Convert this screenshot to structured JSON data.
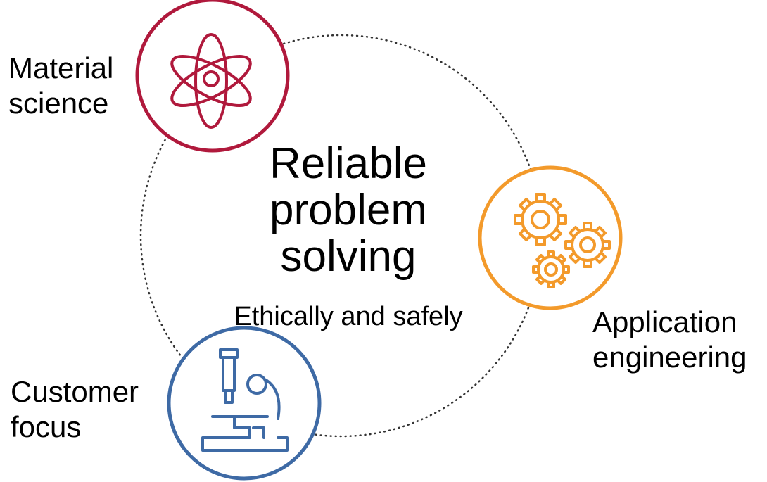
{
  "center": {
    "title_line1": "Reliable",
    "title_line2": "problem",
    "title_line3": "solving",
    "subtitle": "Ethically and safely"
  },
  "nodes": {
    "material_science": {
      "line1": "Material",
      "line2": "science",
      "color": "#b0193c",
      "icon": "atom-icon"
    },
    "application_engineering": {
      "line1": "Application",
      "line2": "engineering",
      "color": "#f39a2b",
      "icon": "gears-icon"
    },
    "customer_focus": {
      "line1": "Customer",
      "line2": "focus",
      "color": "#3e6aa5",
      "icon": "microscope-icon"
    }
  },
  "ring": {
    "style": "dotted",
    "color": "#333333"
  }
}
